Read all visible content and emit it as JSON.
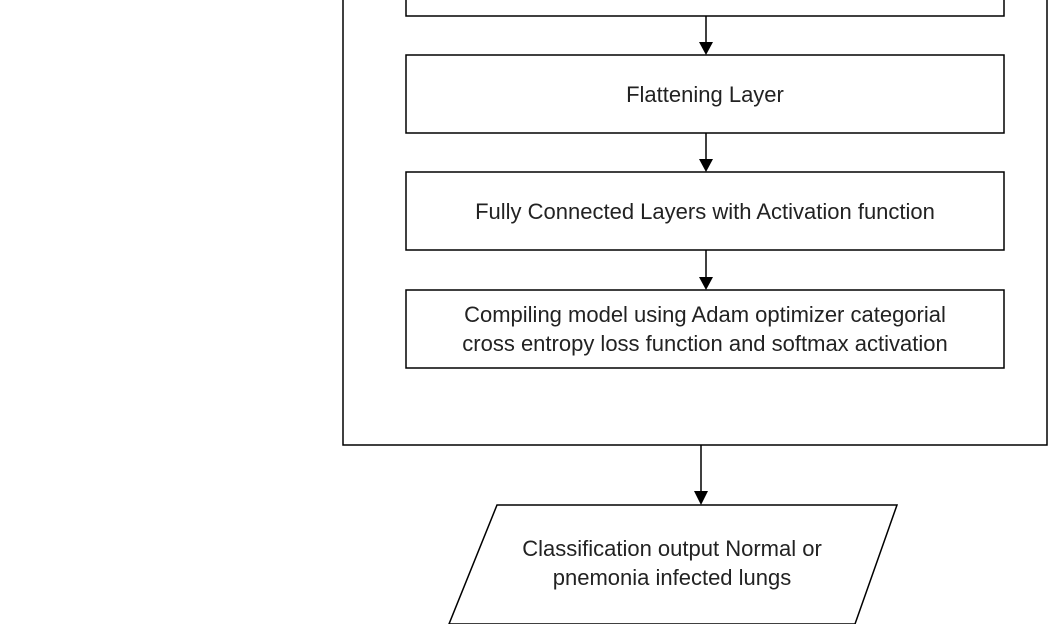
{
  "diagram": {
    "nodes": {
      "flattening": "Flattening Layer",
      "fully_connected": "Fully Connected Layers with Activation function",
      "compiling_line1": "Compiling model using Adam optimizer categorial",
      "compiling_line2": "cross entropy loss function and softmax activation",
      "output_line1": "Classification output Normal or",
      "output_line2": "pnemonia infected lungs"
    },
    "colors": {
      "stroke": "#000000",
      "text": "#222222",
      "background": "#ffffff"
    }
  }
}
